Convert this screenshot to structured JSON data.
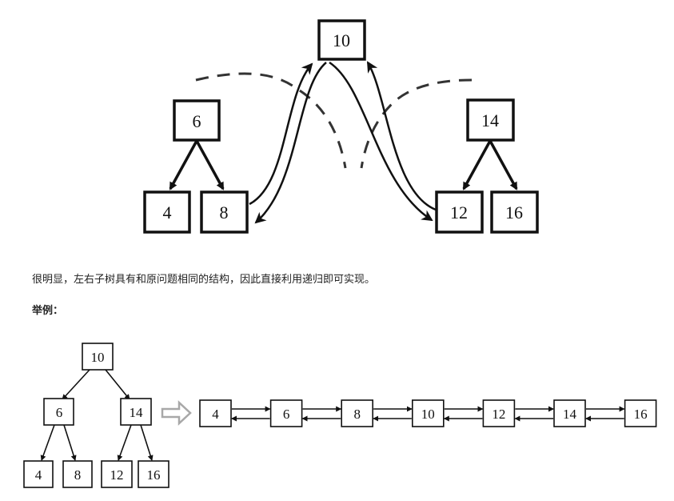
{
  "top_diagram": {
    "nodes": {
      "root": "10",
      "left": "6",
      "left_left": "4",
      "left_right": "8",
      "right": "14",
      "right_left": "12",
      "right_right": "16"
    }
  },
  "caption": "很明显，左右子树具有和原问题相同的结构，因此直接利用递归即可实现。",
  "example_label": "举例：",
  "bottom_diagram": {
    "tree": {
      "root": "10",
      "left": "6",
      "left_left": "4",
      "left_right": "8",
      "right": "14",
      "right_left": "12",
      "right_right": "16"
    },
    "list": [
      "4",
      "6",
      "8",
      "10",
      "12",
      "14",
      "16"
    ]
  },
  "colors": {
    "ink": "#111111",
    "dash": "#333333",
    "gray_arrow": "#a8a8a8"
  }
}
